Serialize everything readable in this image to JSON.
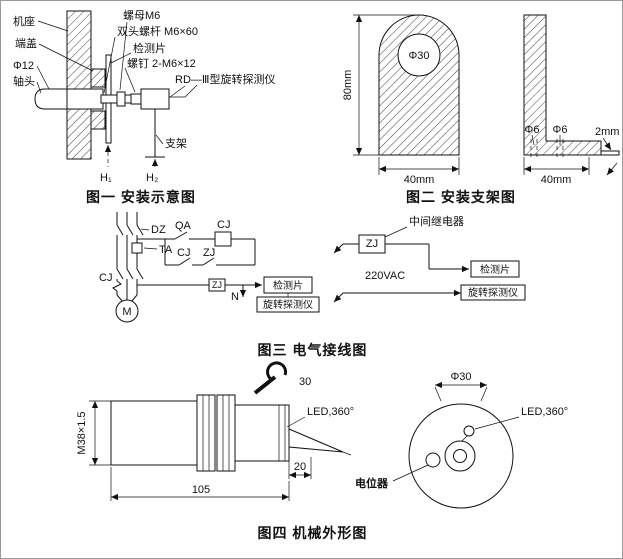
{
  "fig1": {
    "caption": "图一  安装示意图",
    "labels": {
      "machine_base": "机座",
      "end_cover": "端盖",
      "phi12": "Φ12",
      "shaft_head": "轴头",
      "nut": "螺母M6",
      "stud": "双头螺杆 M6×60",
      "detect_piece": "检测片",
      "screw": "螺钉 2-M6×12",
      "detector": "RD—Ⅲ型旋转探测仪",
      "bracket": "支架",
      "h1": "H₁",
      "h2": "H₂"
    }
  },
  "fig2": {
    "caption": "图二  安装支架图",
    "labels": {
      "phi30": "Φ30",
      "height80": "80mm",
      "width40_left": "40mm",
      "phi6_left": "Φ6",
      "phi6_right": "Φ6",
      "thickness2": "2mm",
      "width40_right": "40mm"
    }
  },
  "fig3": {
    "caption": "图三  电气接线图",
    "labels": {
      "dz": "DZ",
      "ta": "TA",
      "qa": "QA",
      "cj_coil": "CJ",
      "cj_contact": "CJ",
      "zj_contact": "ZJ",
      "cj_main": "CJ",
      "zj_small": "ZJ",
      "motor": "M",
      "neutral": "N",
      "detect_piece_left": "检测片",
      "detector_left": "旋转探测仪",
      "zj_relay": "ZJ",
      "relay_name": "中间继电器",
      "supply": "220VAC",
      "detect_piece_right": "检测片",
      "detector_right": "旋转探测仪"
    }
  },
  "fig4": {
    "caption": "图四  机械外形图",
    "labels": {
      "thread": "M38×1.5",
      "len105": "105",
      "len20": "20",
      "wrench30": "30",
      "led_side": "LED,360°",
      "phi30": "Φ30",
      "led_front": "LED,360°",
      "potentiometer": "电位器"
    }
  }
}
